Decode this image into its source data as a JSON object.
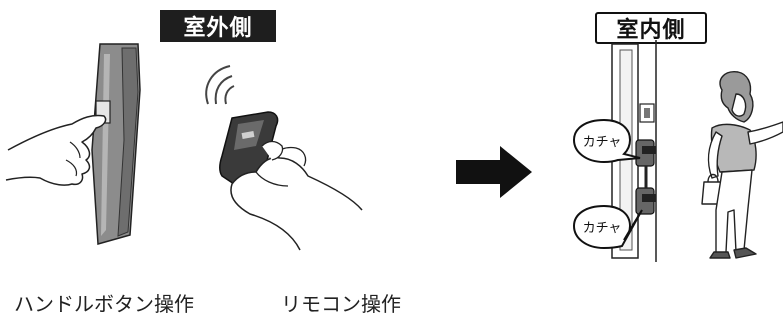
{
  "labels": {
    "outside": "室外側",
    "inside": "室内側"
  },
  "captions": {
    "handle": "ハンドルボタン操作",
    "remote": "リモコン操作"
  },
  "bubbles": {
    "upper": "カチャ",
    "lower": "カチャ"
  },
  "colors": {
    "label_dark": "#1e1e1e",
    "handle_gray": "#8a8a8a",
    "arrow": "#111111"
  },
  "icons": {
    "handle": "door-handle-icon",
    "remote": "remote-control-icon",
    "signal": "wireless-signal-icon",
    "arrow": "right-arrow-icon",
    "woman": "person-walking-icon"
  }
}
